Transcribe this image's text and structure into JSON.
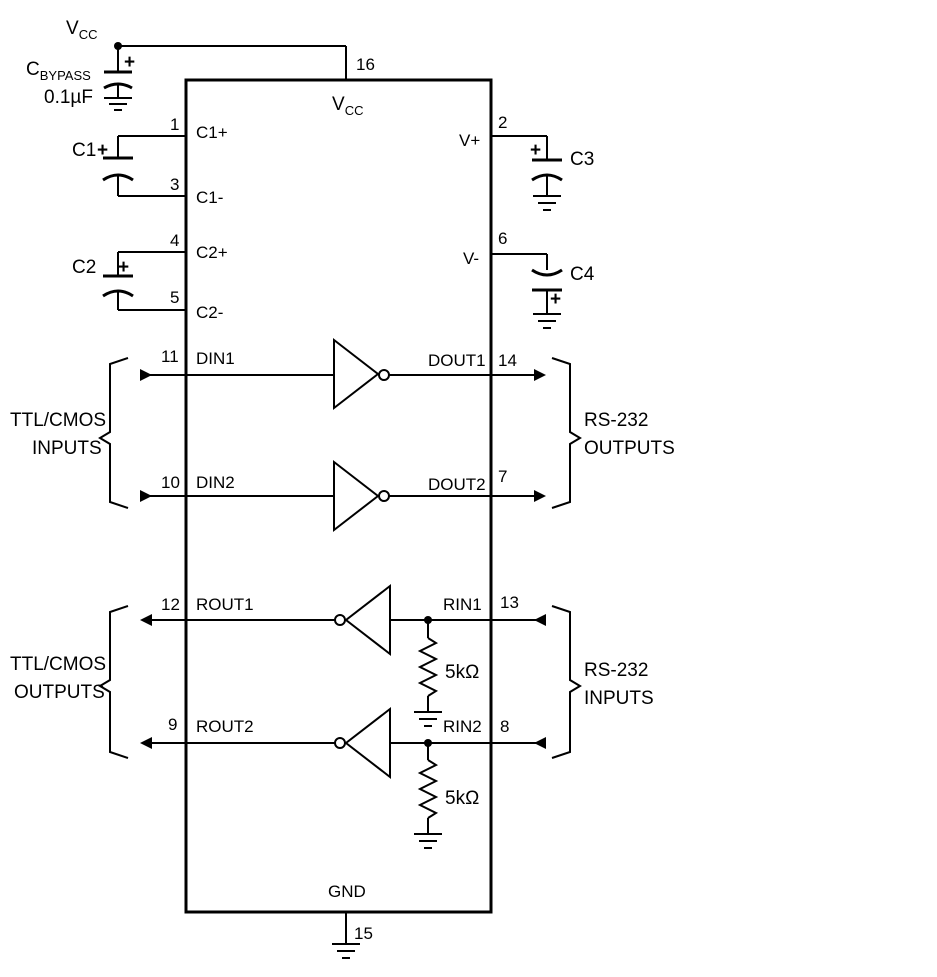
{
  "supply": {
    "vcc_main": "V",
    "vcc_sub": "CC",
    "cbypass_main": "C",
    "cbypass_sub": "BYPASS",
    "cbypass_value": "0.1µF",
    "plus": "+"
  },
  "chip": {
    "vcc_main": "V",
    "vcc_sub": "CC",
    "gnd": "GND"
  },
  "pins": {
    "p1": "1",
    "p2": "2",
    "p3": "3",
    "p4": "4",
    "p5": "5",
    "p6": "6",
    "p7": "7",
    "p8": "8",
    "p9": "9",
    "p10": "10",
    "p11": "11",
    "p12": "12",
    "p13": "13",
    "p14": "14",
    "p15": "15",
    "p16": "16"
  },
  "pin_labels": {
    "c1p": "C1+",
    "c1m": "C1-",
    "c2p": "C2+",
    "c2m": "C2-",
    "vplus": "V+",
    "vminus": "V-",
    "din1": "DIN1",
    "din2": "DIN2",
    "dout1": "DOUT1",
    "dout2": "DOUT2",
    "rout1": "ROUT1",
    "rout2": "ROUT2",
    "rin1": "RIN1",
    "rin2": "RIN2"
  },
  "capacitors": {
    "c1": "C1",
    "c2": "C2",
    "c3": "C3",
    "c4": "C4",
    "plus": "+"
  },
  "resistors": {
    "r1": "5kΩ",
    "r2": "5kΩ"
  },
  "groups": {
    "ttl_inputs_1": "TTL/CMOS",
    "ttl_inputs_2": "INPUTS",
    "rs232_outputs_1": "RS-232",
    "rs232_outputs_2": "OUTPUTS",
    "ttl_outputs_1": "TTL/CMOS",
    "ttl_outputs_2": "OUTPUTS",
    "rs232_inputs_1": "RS-232",
    "rs232_inputs_2": "INPUTS"
  }
}
